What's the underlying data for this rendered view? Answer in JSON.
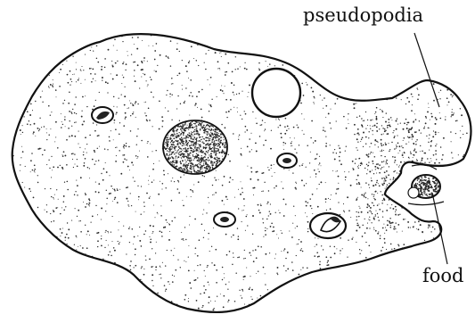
{
  "labels": {
    "pseudopodia": "pseudopodia",
    "food": "food"
  },
  "colors": {
    "ink": "#111111",
    "stipple": "#2a2a2a",
    "background": "#ffffff"
  },
  "stipple": {
    "density": 2600,
    "seed": 7
  }
}
